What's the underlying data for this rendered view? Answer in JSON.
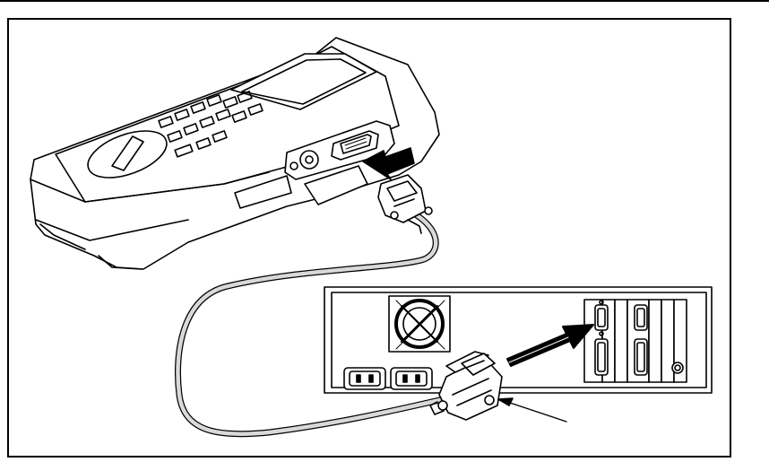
{
  "diagram": {
    "colors": {
      "line": "#000000",
      "background": "#ffffff",
      "cable_fill": "#d9d9d9",
      "arrow_fill": "#000000"
    },
    "parts": [
      "handheld-meter",
      "meter-serial-port",
      "pc-rear-panel",
      "pc-serial-port",
      "serial-cable",
      "db9-connector-meter-end",
      "db9-connector-pc-end",
      "insert-arrow-meter",
      "insert-arrow-pc",
      "callout-arrow"
    ]
  }
}
